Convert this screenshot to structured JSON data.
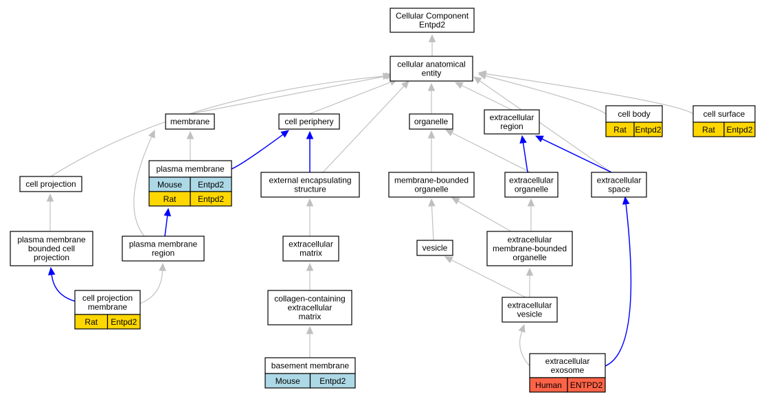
{
  "colors": {
    "edge_default": "#c0c0c0",
    "edge_highlight": "#0000ff",
    "species": {
      "Rat": "#ffd700",
      "Mouse": "#add8e6",
      "Human": "#ff6347"
    }
  },
  "nodes": {
    "root": {
      "lines": [
        "Cellular Component",
        "Entpd2"
      ]
    },
    "cellular_anatomical_entity": {
      "lines": [
        "cellular anatomical",
        "entity"
      ]
    },
    "membrane": {
      "lines": [
        "membrane"
      ]
    },
    "cell_periphery": {
      "lines": [
        "cell periphery"
      ]
    },
    "organelle": {
      "lines": [
        "organelle"
      ]
    },
    "extracellular_region": {
      "lines": [
        "extracellular",
        "region"
      ]
    },
    "cell_body": {
      "lines": [
        "cell body"
      ],
      "annotations": [
        {
          "species": "Rat",
          "gene": "Entpd2"
        }
      ]
    },
    "cell_surface": {
      "lines": [
        "cell surface"
      ],
      "annotations": [
        {
          "species": "Rat",
          "gene": "Entpd2"
        }
      ]
    },
    "plasma_membrane": {
      "lines": [
        "plasma membrane"
      ],
      "annotations": [
        {
          "species": "Mouse",
          "gene": "Entpd2"
        },
        {
          "species": "Rat",
          "gene": "Entpd2"
        }
      ]
    },
    "cell_projection": {
      "lines": [
        "cell projection"
      ]
    },
    "external_encapsulating_structure": {
      "lines": [
        "external encapsulating",
        "structure"
      ]
    },
    "membrane_bounded_organelle": {
      "lines": [
        "membrane-bounded",
        "organelle"
      ]
    },
    "extracellular_organelle": {
      "lines": [
        "extracellular",
        "organelle"
      ]
    },
    "extracellular_space": {
      "lines": [
        "extracellular",
        "space"
      ]
    },
    "plasma_membrane_bounded_cell_projection": {
      "lines": [
        "plasma membrane",
        "bounded cell",
        "projection"
      ]
    },
    "plasma_membrane_region": {
      "lines": [
        "plasma membrane",
        "region"
      ]
    },
    "extracellular_matrix": {
      "lines": [
        "extracellular",
        "matrix"
      ]
    },
    "vesicle": {
      "lines": [
        "vesicle"
      ]
    },
    "extracellular_membrane_bounded_organelle": {
      "lines": [
        "extracellular",
        "membrane-bounded",
        "organelle"
      ]
    },
    "cell_projection_membrane": {
      "lines": [
        "cell projection",
        "membrane"
      ],
      "annotations": [
        {
          "species": "Rat",
          "gene": "Entpd2"
        }
      ]
    },
    "collagen_containing_extracellular_matrix": {
      "lines": [
        "collagen-containing",
        "extracellular",
        "matrix"
      ]
    },
    "extracellular_vesicle": {
      "lines": [
        "extracellular",
        "vesicle"
      ]
    },
    "basement_membrane": {
      "lines": [
        "basement membrane"
      ],
      "annotations": [
        {
          "species": "Mouse",
          "gene": "Entpd2"
        }
      ]
    },
    "extracellular_exosome": {
      "lines": [
        "extracellular",
        "exosome"
      ],
      "annotations": [
        {
          "species": "Human",
          "gene": "ENTPD2"
        }
      ]
    }
  },
  "edges": [
    {
      "from": "cellular_anatomical_entity",
      "to": "root",
      "highlight": false
    },
    {
      "from": "membrane",
      "to": "cellular_anatomical_entity",
      "highlight": false
    },
    {
      "from": "cell_periphery",
      "to": "cellular_anatomical_entity",
      "highlight": false
    },
    {
      "from": "organelle",
      "to": "cellular_anatomical_entity",
      "highlight": false
    },
    {
      "from": "extracellular_region",
      "to": "cellular_anatomical_entity",
      "highlight": false
    },
    {
      "from": "cell_body",
      "to": "cellular_anatomical_entity",
      "highlight": false
    },
    {
      "from": "cell_surface",
      "to": "cellular_anatomical_entity",
      "highlight": false
    },
    {
      "from": "cell_projection",
      "to": "cellular_anatomical_entity",
      "highlight": false
    },
    {
      "from": "external_encapsulating_structure",
      "to": "cellular_anatomical_entity",
      "highlight": false
    },
    {
      "from": "extracellular_space",
      "to": "cellular_anatomical_entity",
      "highlight": false
    },
    {
      "from": "plasma_membrane",
      "to": "membrane",
      "highlight": false
    },
    {
      "from": "plasma_membrane",
      "to": "cell_periphery",
      "highlight": true
    },
    {
      "from": "external_encapsulating_structure",
      "to": "cell_periphery",
      "highlight": true
    },
    {
      "from": "membrane_bounded_organelle",
      "to": "organelle",
      "highlight": false
    },
    {
      "from": "extracellular_organelle",
      "to": "organelle",
      "highlight": false
    },
    {
      "from": "extracellular_organelle",
      "to": "extracellular_region",
      "highlight": true
    },
    {
      "from": "extracellular_space",
      "to": "extracellular_region",
      "highlight": true
    },
    {
      "from": "plasma_membrane_bounded_cell_projection",
      "to": "cell_projection",
      "highlight": false
    },
    {
      "from": "plasma_membrane_region",
      "to": "membrane",
      "highlight": false
    },
    {
      "from": "plasma_membrane_region",
      "to": "plasma_membrane",
      "highlight": true
    },
    {
      "from": "extracellular_matrix",
      "to": "external_encapsulating_structure",
      "highlight": false
    },
    {
      "from": "vesicle",
      "to": "membrane_bounded_organelle",
      "highlight": false
    },
    {
      "from": "extracellular_membrane_bounded_organelle",
      "to": "membrane_bounded_organelle",
      "highlight": false
    },
    {
      "from": "extracellular_membrane_bounded_organelle",
      "to": "extracellular_organelle",
      "highlight": false
    },
    {
      "from": "cell_projection_membrane",
      "to": "plasma_membrane_bounded_cell_projection",
      "highlight": true
    },
    {
      "from": "cell_projection_membrane",
      "to": "plasma_membrane_region",
      "highlight": false
    },
    {
      "from": "collagen_containing_extracellular_matrix",
      "to": "extracellular_matrix",
      "highlight": false
    },
    {
      "from": "extracellular_vesicle",
      "to": "vesicle",
      "highlight": false
    },
    {
      "from": "extracellular_vesicle",
      "to": "extracellular_membrane_bounded_organelle",
      "highlight": false
    },
    {
      "from": "basement_membrane",
      "to": "collagen_containing_extracellular_matrix",
      "highlight": false
    },
    {
      "from": "extracellular_exosome",
      "to": "extracellular_vesicle",
      "highlight": false
    },
    {
      "from": "extracellular_exosome",
      "to": "extracellular_space",
      "highlight": true
    }
  ]
}
